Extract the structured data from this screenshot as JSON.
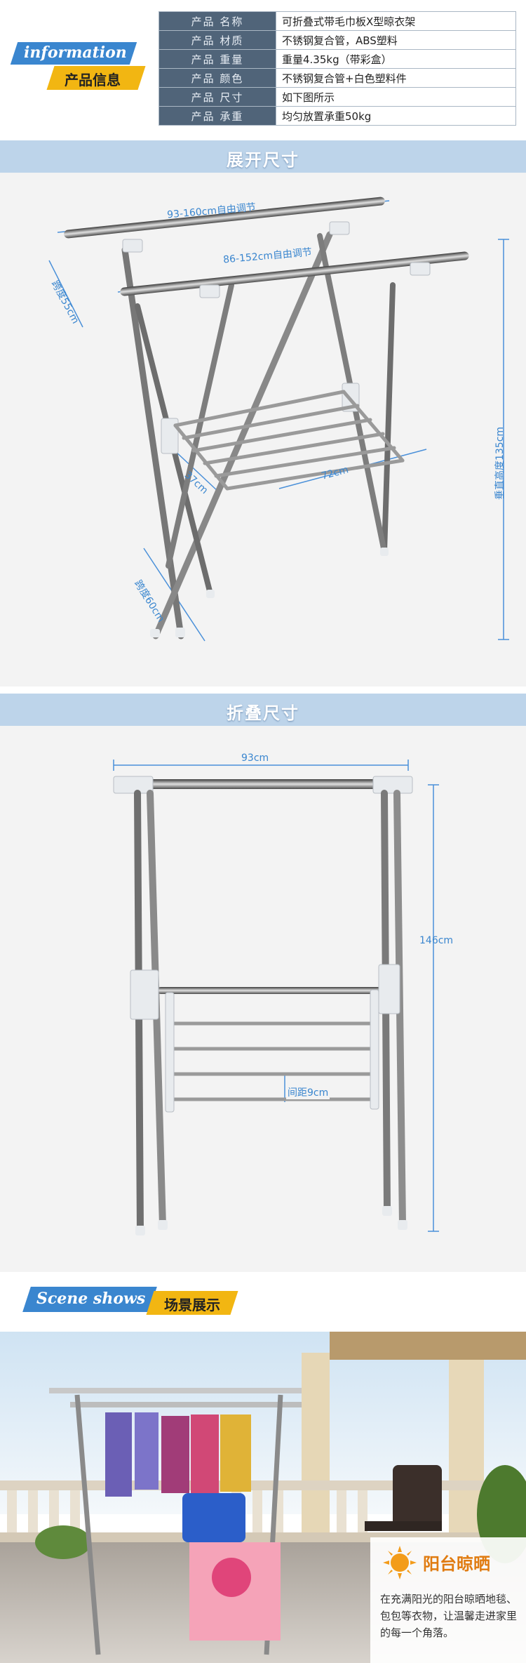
{
  "header": {
    "badge_en": "information",
    "badge_cn": "产品信息",
    "rows": [
      {
        "key": "产品 名称",
        "value": "可折叠式带毛巾板X型晾衣架"
      },
      {
        "key": "产品 材质",
        "value": "不锈钢复合管，ABS塑料"
      },
      {
        "key": "产品 重量",
        "value": "重量4.35kg（带彩盒）"
      },
      {
        "key": "产品 颜色",
        "value": "不锈钢复合管+白色塑料件"
      },
      {
        "key": "产品 尺寸",
        "value": "如下图所示"
      },
      {
        "key": "产品 承重",
        "value": "均匀放置承重50kg"
      }
    ]
  },
  "unfold": {
    "title": "展开尺寸",
    "dims": {
      "top_width": "93-160cm自由调节",
      "second_width": "86-152cm自由调节",
      "span_top": "跨度55cm",
      "shelf_depth": "37cm",
      "shelf_width": "72cm",
      "span_bottom": "跨度60cm",
      "height": "垂直高度135cm"
    }
  },
  "fold": {
    "title": "折叠尺寸",
    "dims": {
      "width": "93cm",
      "height": "146cm",
      "spacing": "间距9cm"
    }
  },
  "scene": {
    "badge_en": "Scene shows",
    "badge_cn": "场景展示",
    "caption_title": "阳台晾晒",
    "caption_body": "在充满阳光的阳台晾晒地毯、包包等衣物，让温馨走进家里的每一个角落。"
  },
  "colors": {
    "banner": "#bdd4ea",
    "accent_blue": "#3a86cf",
    "accent_yellow": "#f2b612",
    "table_key_bg": "#506479"
  }
}
